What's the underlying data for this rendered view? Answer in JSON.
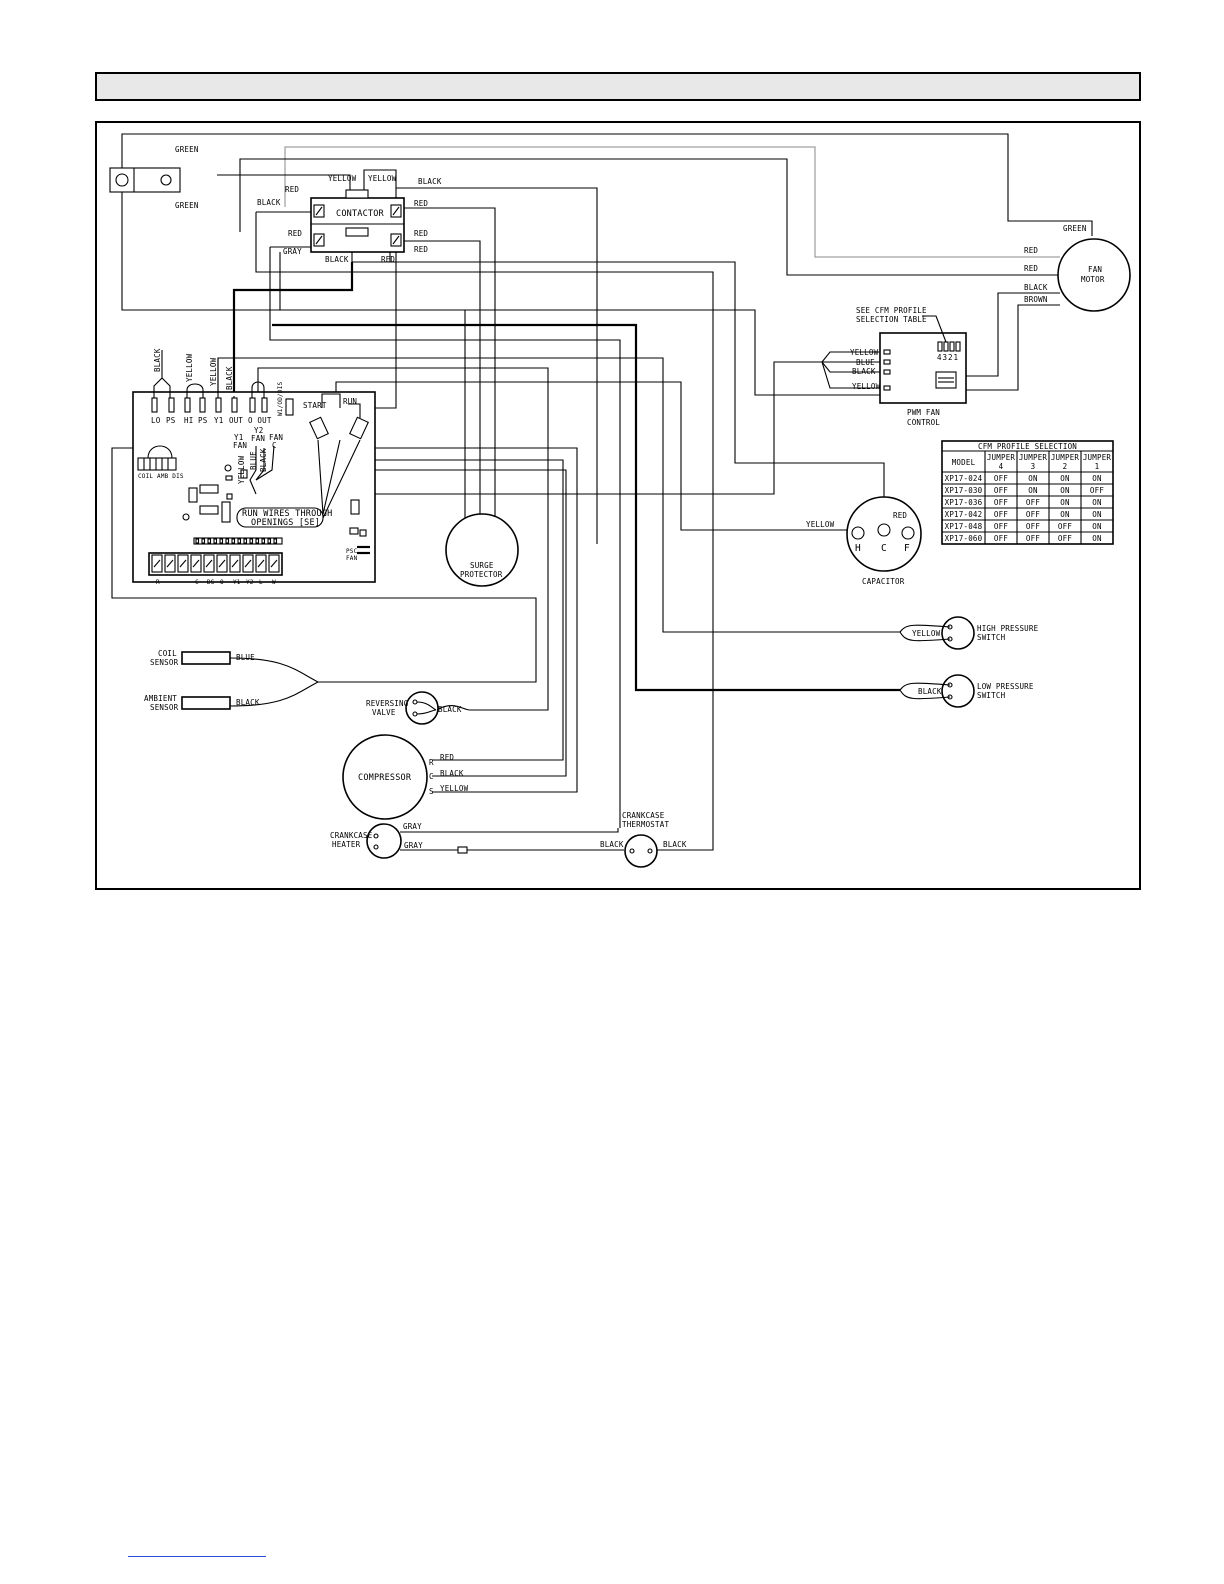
{
  "header": {
    "title": ""
  },
  "contactor": {
    "label": "CONTACTOR"
  },
  "wires": {
    "green_top": "GREEN",
    "green_bottom": "GREEN",
    "yellow_a": "YELLOW",
    "yellow_b": "YELLOW",
    "black_top": "BLACK",
    "red_left": "RED",
    "black_left": "BLACK",
    "red_right_top": "RED",
    "red_mid": "RED",
    "gray_left": "GRAY",
    "red_right_bottom": "RED",
    "black_bottom": "BLACK",
    "red_bottom": "RED"
  },
  "fan_motor": {
    "label_line1": "FAN",
    "label_line2": "MOTOR",
    "wire_green": "GREEN",
    "wire_red1": "RED",
    "wire_red2": "RED",
    "wire_black": "BLACK",
    "wire_brown": "BROWN"
  },
  "pwm_fan_control": {
    "note_line1": "SEE CFM PROFILE",
    "note_line2": "SELECTION TABLE",
    "jumpers": "4321",
    "wire_yellow1": "YELLOW",
    "wire_blue": "BLUE",
    "wire_black": "BLACK",
    "wire_yellow2": "YELLOW",
    "label_line1": "PWM FAN",
    "label_line2": "CONTROL"
  },
  "control_board": {
    "vertical_labels": {
      "black": "BLACK",
      "yellow1": "YELLOW",
      "yellow2": "YELLOW",
      "black2": "BLACK"
    },
    "top_terminals": {
      "lo": "LO",
      "ps1": "PS",
      "hi": "HI",
      "ps2": "PS",
      "y1": "Y1",
      "out": "OUT",
      "o_out": "O OUT"
    },
    "rotated_label": "W1/OD/DIS",
    "start": "START",
    "run": "RUN",
    "fan_labels": {
      "y1_fan_a": "Y1",
      "y1_fan_b": "FAN",
      "y2_fan_a": "Y2",
      "y2_fan_b": "FAN",
      "fan_c_a": "FAN",
      "fan_c_b": "C"
    },
    "fan_wires": {
      "yellow": "YELLOW",
      "blue": "BLUE",
      "black": "BLACK"
    },
    "coil_amb_dis": "COIL AMB DIS",
    "run_wires_line1": "RUN WIRES THROUGH",
    "run_wires_line2": "OPENINGS [SE]",
    "psc_fan_a": "PSC",
    "psc_fan_b": "FAN",
    "bottom_terminals": [
      "R",
      "C",
      "DS",
      "O",
      "Y1",
      "Y2",
      "L",
      "W"
    ]
  },
  "surge_protector": {
    "line1": "SURGE",
    "line2": "PROTECTOR"
  },
  "capacitor": {
    "label": "CAPACITOR",
    "h": "H",
    "c": "C",
    "f": "F",
    "wire_red": "RED",
    "wire_yellow": "YELLOW"
  },
  "cfm_table": {
    "title": "CFM PROFILE SELECTION",
    "headers": [
      "MODEL",
      "JUMPER 4",
      "JUMPER 3",
      "JUMPER 2",
      "JUMPER 1"
    ],
    "rows": [
      [
        "XP17-024",
        "OFF",
        "ON",
        "ON",
        "ON"
      ],
      [
        "XP17-030",
        "OFF",
        "ON",
        "ON",
        "OFF"
      ],
      [
        "XP17-036",
        "OFF",
        "OFF",
        "ON",
        "ON"
      ],
      [
        "XP17-042",
        "OFF",
        "OFF",
        "ON",
        "ON"
      ],
      [
        "XP17-048",
        "OFF",
        "OFF",
        "OFF",
        "ON"
      ],
      [
        "XP17-060",
        "OFF",
        "OFF",
        "OFF",
        "ON"
      ]
    ]
  },
  "high_pressure_switch": {
    "wire": "YELLOW",
    "line1": "HIGH PRESSURE",
    "line2": "SWITCH"
  },
  "low_pressure_switch": {
    "wire": "BLACK",
    "line1": "LOW PRESSURE",
    "line2": "SWITCH"
  },
  "coil_sensor": {
    "line1": "COIL",
    "line2": "SENSOR",
    "wire": "BLUE"
  },
  "ambient_sensor": {
    "line1": "AMBIENT",
    "line2": "SENSOR",
    "wire": "BLACK"
  },
  "reversing_valve": {
    "line1": "REVERSING",
    "line2": "VALVE",
    "wire": "BLACK"
  },
  "compressor": {
    "label": "COMPRESSOR",
    "r": "R",
    "c": "C",
    "s": "S",
    "wire_red": "RED",
    "wire_black": "BLACK",
    "wire_yellow": "YELLOW"
  },
  "crankcase_heater": {
    "line1": "CRANKCASE",
    "line2": "HEATER",
    "wire_gray1": "GRAY",
    "wire_gray2": "GRAY"
  },
  "crankcase_thermostat": {
    "line1": "CRANKCASE",
    "line2": "THERMOSTAT",
    "wire_black1": "BLACK",
    "wire_black2": "BLACK"
  }
}
